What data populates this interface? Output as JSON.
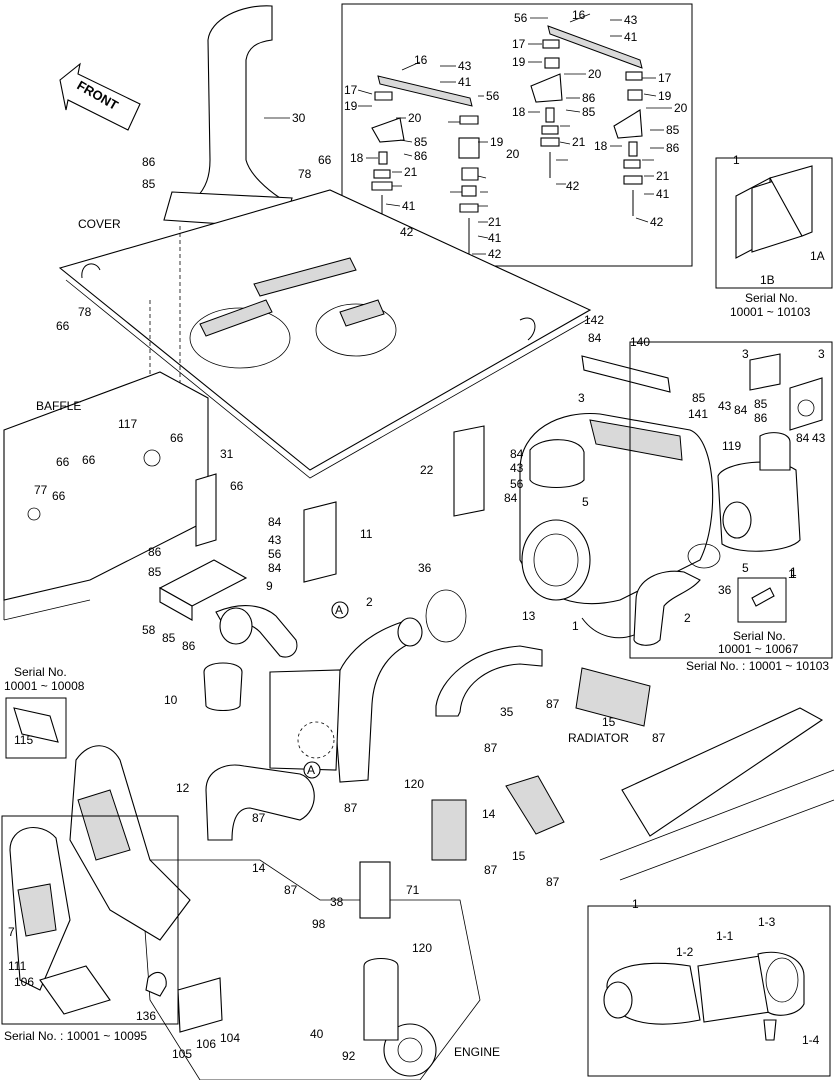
{
  "direction_arrow": "FRONT",
  "areas": {
    "cover": "COVER",
    "baffle": "BAFFLE",
    "radiator": "RADIATOR",
    "engine": "ENGINE"
  },
  "serials": {
    "top_right": "Serial No.\n10001 ~ 10103",
    "top_right_l1": "Serial No.",
    "top_right_l2": "10001 ~ 10103",
    "small_box_l1": "Serial No.",
    "small_box_l2": "10001 ~ 10067",
    "right_mid": "Serial No. : 10001 ~ 10103",
    "left_top_l1": "Serial No.",
    "left_top_l2": "10001 ~ 10008",
    "left_bottom": "Serial No. : 10001 ~ 10095"
  },
  "callouts": {
    "top_inset": [
      "56",
      "16",
      "43",
      "41",
      "17",
      "19",
      "20",
      "86",
      "85",
      "18",
      "21",
      "42",
      "16",
      "43",
      "41",
      "56",
      "17",
      "19",
      "20",
      "85",
      "86",
      "18",
      "21",
      "41",
      "42",
      "20",
      "19",
      "21",
      "41",
      "42",
      "17",
      "19",
      "20",
      "85",
      "86",
      "18",
      "21",
      "41",
      "42"
    ],
    "main": [
      "30",
      "86",
      "85",
      "66",
      "78",
      "66",
      "78",
      "117",
      "66",
      "66",
      "66",
      "77",
      "66",
      "31",
      "66",
      "86",
      "85",
      "58",
      "85",
      "86",
      "9",
      "2",
      "36",
      "13",
      "22",
      "84",
      "43",
      "56",
      "84",
      "5",
      "3",
      "142",
      "84",
      "140",
      "85",
      "141",
      "1",
      "2",
      "36",
      "5",
      "1",
      "84",
      "43",
      "56",
      "84",
      "11",
      "10",
      "12",
      "87",
      "35",
      "87",
      "15",
      "87",
      "87",
      "120",
      "14",
      "87",
      "15",
      "87",
      "87",
      "14",
      "87",
      "38",
      "98",
      "71",
      "120",
      "7",
      "115",
      "111",
      "106",
      "136",
      "104",
      "105",
      "106",
      "40",
      "92",
      "3",
      "3",
      "43",
      "84",
      "85",
      "86",
      "84",
      "43",
      "119",
      "1",
      "1A",
      "1B",
      "1-1",
      "1-2",
      "1-3",
      "1-4"
    ]
  }
}
